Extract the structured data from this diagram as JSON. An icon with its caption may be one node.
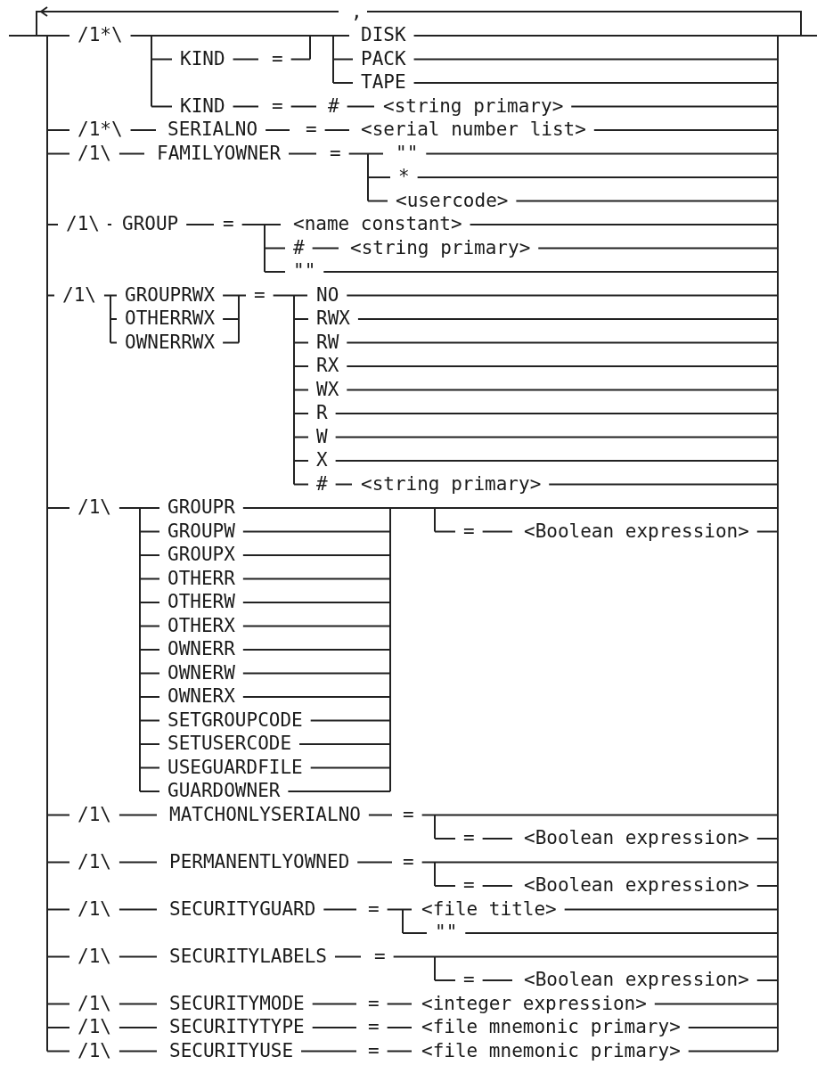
{
  "diagram": {
    "labels": [
      ",",
      "/1*\\",
      "DISK",
      "KIND",
      "=",
      "PACK",
      "TAPE",
      "KIND",
      "=",
      "#",
      "<string primary>",
      "/1*\\",
      "SERIALNO",
      "=",
      "<serial number list>",
      "/1\\",
      "FAMILYOWNER",
      "=",
      "\"\"",
      "*",
      "<usercode>",
      "/1\\",
      "GROUP",
      "=",
      "<name constant>",
      "#",
      "<string primary>",
      "\"\"",
      "/1\\",
      "GROUPRWX",
      "=",
      "NO",
      "OTHERRWX",
      "RWX",
      "OWNERRWX",
      "RW",
      "RX",
      "WX",
      "R",
      "W",
      "X",
      "#",
      "<string primary>",
      "/1\\",
      "GROUPR",
      "GROUPW",
      "=",
      "<Boolean expression>",
      "GROUPX",
      "OTHERR",
      "OTHERW",
      "OTHERX",
      "OWNERR",
      "OWNERW",
      "OWNERX",
      "SETGROUPCODE",
      "SETUSERCODE",
      "USEGUARDFILE",
      "GUARDOWNER",
      "/1\\",
      "MATCHONLYSERIALNO",
      "=",
      "=",
      "<Boolean expression>",
      "/1\\",
      "PERMANENTLYOWNED",
      "=",
      "=",
      "<Boolean expression>",
      "/1\\",
      "SECURITYGUARD",
      "=",
      "<file title>",
      "\"\"",
      "/1\\",
      "SECURITYLABELS",
      "=",
      "=",
      "<Boolean expression>",
      "/1\\",
      "SECURITYMODE",
      "=",
      "<integer expression>",
      "/1\\",
      "SECURITYTYPE",
      "=",
      "<file mnemonic primary>",
      "/1\\",
      "SECURITYUSE",
      "=",
      "<file mnemonic primary>"
    ]
  }
}
